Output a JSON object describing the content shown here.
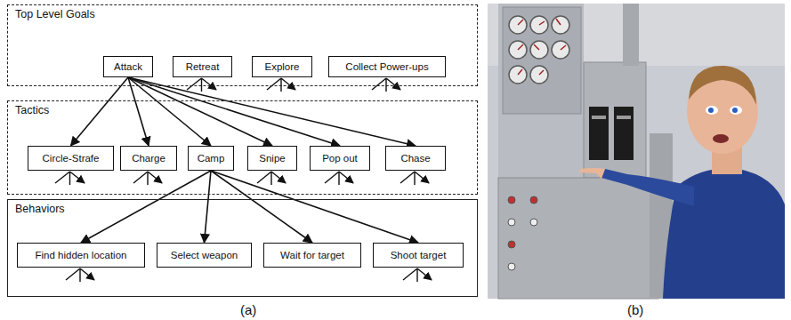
{
  "diagram": {
    "nodes": [
      {
        "text": [
          "Top Level Goals"
        ]
      },
      {
        "text": [
          "Attack"
        ],
        "in": 0
      },
      {
        "text": [
          "Retreat"
        ],
        "in": 0
      },
      {
        "text": [
          "Explore"
        ],
        "in": 0
      },
      {
        "text": [
          "Collect Power-ups"
        ],
        "in": 0
      },
      {
        "text": [
          "Tactics"
        ]
      },
      {
        "text": [
          "Circle-Strafe"
        ],
        "in": 5
      },
      {
        "text": [
          "Charge"
        ],
        "in": 5
      },
      {
        "text": [
          "Camp"
        ],
        "in": 5
      },
      {
        "text": [
          "Snipe"
        ],
        "in": 5
      },
      {
        "text": [
          "Pop out"
        ],
        "in": 5
      },
      {
        "text": [
          "Chase"
        ],
        "in": 5
      },
      {
        "text": [
          "Behaviors"
        ]
      },
      {
        "text": [
          "Find hidden location"
        ],
        "in": 12
      },
      {
        "text": [
          "Select weapon"
        ],
        "in": 12
      },
      {
        "text": [
          "Wait for target"
        ],
        "in": 12
      },
      {
        "text": [
          "Shoot target"
        ],
        "in": 12
      }
    ],
    "edges": [
      {
        "from": 1,
        "to": 6,
        "arrow": "to"
      },
      {
        "from": 1,
        "to": 7,
        "arrow": "to"
      },
      {
        "from": 1,
        "to": 8,
        "arrow": "to"
      },
      {
        "from": 1,
        "to": 9,
        "arrow": "to"
      },
      {
        "from": 1,
        "to": 10,
        "arrow": "to"
      },
      {
        "from": 1,
        "to": 11,
        "arrow": "to"
      },
      {
        "from": 8,
        "to": 13,
        "arrow": "to"
      },
      {
        "from": 8,
        "to": 14,
        "arrow": "to"
      },
      {
        "from": 8,
        "to": 15,
        "arrow": "to"
      },
      {
        "from": 8,
        "to": 16,
        "arrow": "to"
      }
    ],
    "labels": [
      "(a)",
      "(b)"
    ]
  }
}
